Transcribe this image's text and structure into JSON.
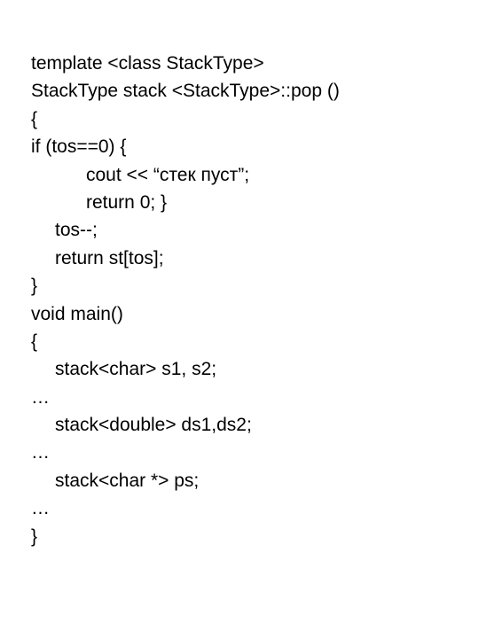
{
  "document": {
    "lines": [
      {
        "text": "template <class StackType>",
        "indent": 0
      },
      {
        "text": "StackType stack <StackType>::pop ()",
        "indent": 0
      },
      {
        "text": "{",
        "indent": 0
      },
      {
        "text": "if (tos==0) {",
        "indent": 0
      },
      {
        "text": "cout << “стек пуст”;",
        "indent": 2
      },
      {
        "text": "return 0; }",
        "indent": 2
      },
      {
        "text": "tos--;",
        "indent": 1
      },
      {
        "text": "return st[tos];",
        "indent": 1
      },
      {
        "text": "}",
        "indent": 0
      },
      {
        "text": "void main()",
        "indent": 0
      },
      {
        "text": "{",
        "indent": 0
      },
      {
        "text": "stack<char> s1, s2;",
        "indent": 1
      },
      {
        "text": "…",
        "indent": 0
      },
      {
        "text": "stack<double> ds1,ds2;",
        "indent": 1
      },
      {
        "text": "…",
        "indent": 0
      },
      {
        "text": "stack<char *> ps;",
        "indent": 1
      },
      {
        "text": "…",
        "indent": 0
      },
      {
        "text": "}",
        "indent": 0
      }
    ]
  }
}
